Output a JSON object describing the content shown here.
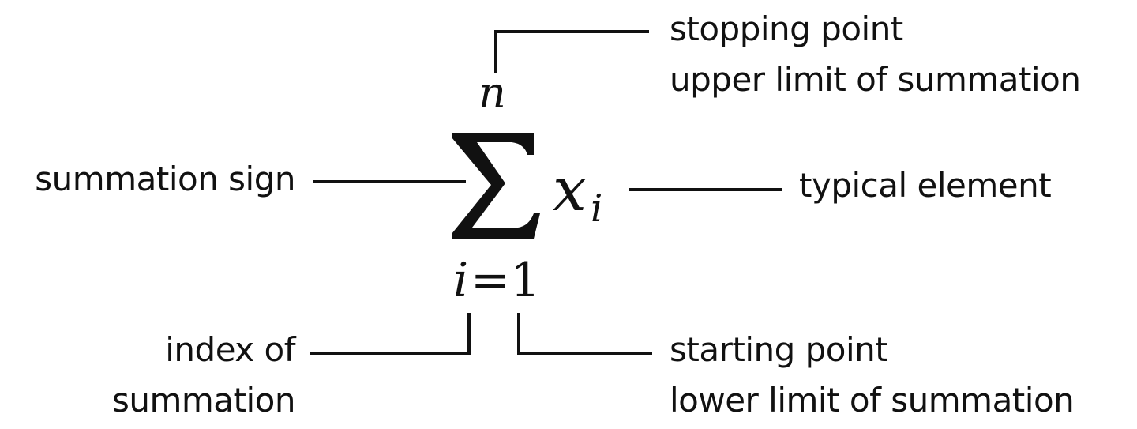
{
  "labels": {
    "stopping_point": "stopping point",
    "upper_limit": "upper limit of summation",
    "summation_sign": "summation sign",
    "typical_element": "typical element",
    "index_of": "index of",
    "summation": "summation",
    "starting_point": "starting point",
    "lower_limit": "lower limit of summation"
  },
  "formula": {
    "upper": "n",
    "sigma": "∑",
    "element_base": "x",
    "element_sub": "i",
    "lower_var": "i",
    "lower_eq": "=1"
  },
  "colors": {
    "ink": "#111111",
    "background": "#ffffff"
  }
}
